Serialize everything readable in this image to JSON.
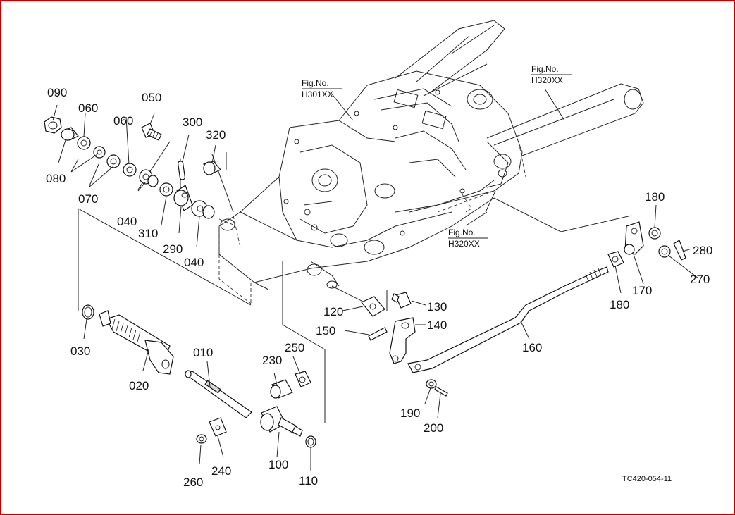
{
  "diagram": {
    "drawing_code": "TC420-054-11",
    "figure_refs": [
      {
        "id": "fig-ref-h301",
        "line1": "Fig.No.",
        "line2": "H301XX"
      },
      {
        "id": "fig-ref-h320-top",
        "line1": "Fig.No.",
        "line2": "H320XX"
      },
      {
        "id": "fig-ref-h320-mid",
        "line1": "Fig.No.",
        "line2": "H320XX"
      }
    ],
    "part_labels": {
      "p090": "090",
      "p060a": "060",
      "p050": "050",
      "p060b": "060",
      "p300": "300",
      "p320": "320",
      "p080": "080",
      "p070": "070",
      "p040a": "040",
      "p310": "310",
      "p290": "290",
      "p040b": "040",
      "p030": "030",
      "p020": "020",
      "p010": "010",
      "p230": "230",
      "p250": "250",
      "p260": "260",
      "p240": "240",
      "p100": "100",
      "p110": "110",
      "p120": "120",
      "p130": "130",
      "p150": "150",
      "p140": "140",
      "p160": "160",
      "p190": "190",
      "p200": "200",
      "p180a": "180",
      "p280": "280",
      "p270": "270",
      "p180b": "180",
      "p170": "170"
    }
  }
}
